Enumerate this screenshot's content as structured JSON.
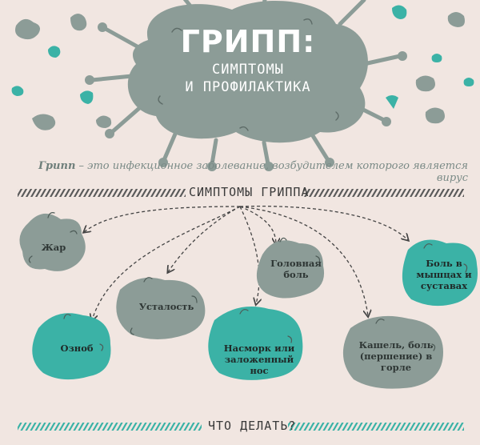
{
  "header": {
    "title": "ГРИПП:",
    "subtitle_line1": "СИМПТОМЫ",
    "subtitle_line2": "И ПРОФИЛАКТИКА"
  },
  "definition": {
    "term": "Грипп",
    "text": " – это инфекционное заболевание, возбудителем которого является вирус"
  },
  "sections": {
    "symptoms": "СИМПТОМЫ ГРИППА",
    "what_to_do": "ЧТО ДЕЛАТЬ?"
  },
  "symptoms": [
    {
      "label": "Жар"
    },
    {
      "label": "Головная боль"
    },
    {
      "label": "Боль в мышцах и суставах"
    },
    {
      "label": "Усталость"
    },
    {
      "label": "Озноб"
    },
    {
      "label": "Насморк или заложенный нос"
    },
    {
      "label": "Кашель, боль (першение) в горле"
    }
  ],
  "colors": {
    "background": "#f1e6e1",
    "virus_gray": "#8c9c97",
    "virus_teal": "#3bb2a6",
    "stripe": "#5a5a5a"
  },
  "icons": [
    "virus-icon"
  ]
}
